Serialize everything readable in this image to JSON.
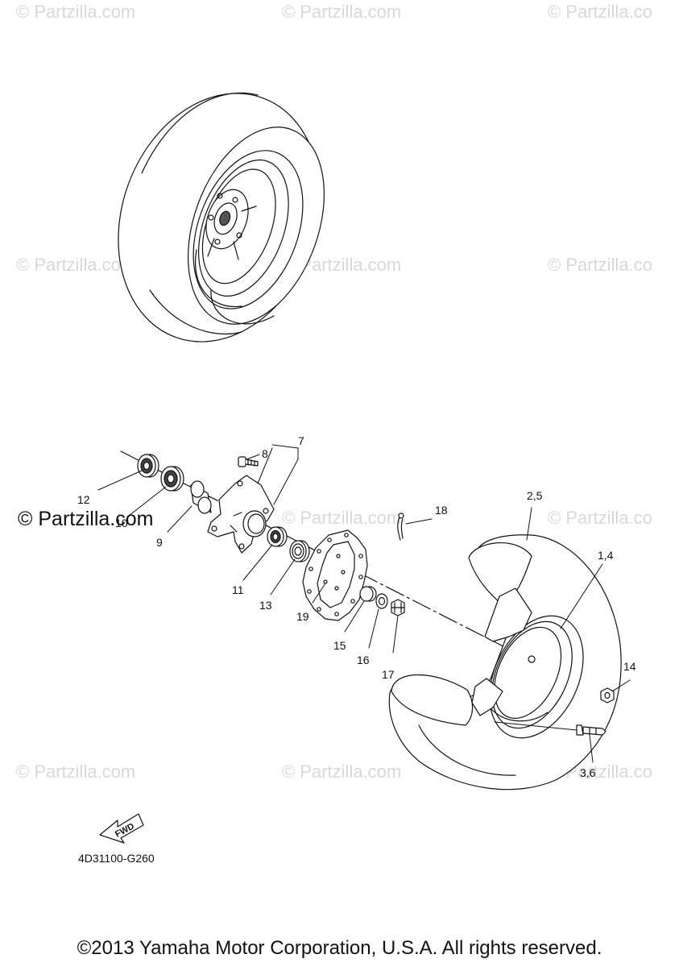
{
  "watermarks": [
    "© Partzilla.com",
    "© Partzilla.com",
    "© Partzilla.co",
    "© Partzilla.com",
    "© Partzilla.com",
    "© Partzilla.co",
    "© Partzilla.com",
    "© Partzilla.co",
    "© Partzilla.com",
    "© Partzilla.com",
    "© Partzilla.co"
  ],
  "watermark_prominent": "© Partzilla.com",
  "callouts": {
    "c1_4": "1,4",
    "c2_5": "2,5",
    "c3_6": "3,6",
    "c7": "7",
    "c8": "8",
    "c9": "9",
    "c10": "10",
    "c11": "11",
    "c12": "12",
    "c13": "13",
    "c14": "14",
    "c15": "15",
    "c16": "16",
    "c17": "17",
    "c18": "18",
    "c19": "19"
  },
  "fwd_label": "FWD",
  "diagram_code": "4D31100-G260",
  "copyright": "©2013 Yamaha Motor Corporation, U.S.A. All rights reserved.",
  "colors": {
    "line": "#111111",
    "fill": "#ffffff",
    "watermark": "#d8d8d8"
  }
}
